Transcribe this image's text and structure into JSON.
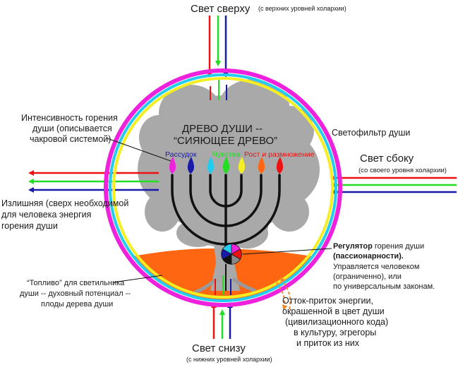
{
  "top_light": {
    "title": "Свет сверху",
    "subtitle": "(с верхних уровней холархии)"
  },
  "bottom_light": {
    "title": "Свет снизу",
    "subtitle": "(с нижних уровней холархии)"
  },
  "side_light": {
    "title": "Свет сбоку",
    "subtitle": "(со своего уровня холархии)"
  },
  "intensity": {
    "lines": [
      "Интенсивность горения",
      "души (описывается",
      "чакровой системой)"
    ]
  },
  "tree_title": {
    "lines": [
      "ДРЕВО ДУШИ --",
      "“СИЯЮЩЕЕ ДРЕВО”"
    ]
  },
  "filter": "Светофильтр души",
  "flame_labels": {
    "reason": "Рассудок",
    "feeling": "Чувства",
    "growth": "Рост и размножение"
  },
  "excess": {
    "lines": [
      "Излишняя (сверх необходимой",
      "для человека энергия",
      "горения души"
    ]
  },
  "regulator": {
    "bold": "Регулятор",
    "rest": " горения души",
    "line2": "(пассионарности).",
    "lines": [
      "Управляется человеком",
      "(ограниченно), или",
      "по универсальным законам."
    ]
  },
  "fuel": {
    "lines": [
      "“Топливо” для светильника",
      "души -- духовный потенциал --",
      "плоды дерева души"
    ]
  },
  "outflow": {
    "lines": [
      "Отток-приток энергии,",
      "окрашенной в цвет души",
      "(цивилизационного кода)",
      "в культуру, эгрегоры",
      "и приток из них"
    ]
  },
  "colors": {
    "magenta": "#ee22dd",
    "cyan": "#22ccee",
    "yellow": "#f4ee22",
    "red": "#ee1111",
    "green": "#22dd22",
    "blue": "#1a1aaa",
    "orange": "#ff6611",
    "tree": "#a9a9a9",
    "menorah": "#111111"
  }
}
